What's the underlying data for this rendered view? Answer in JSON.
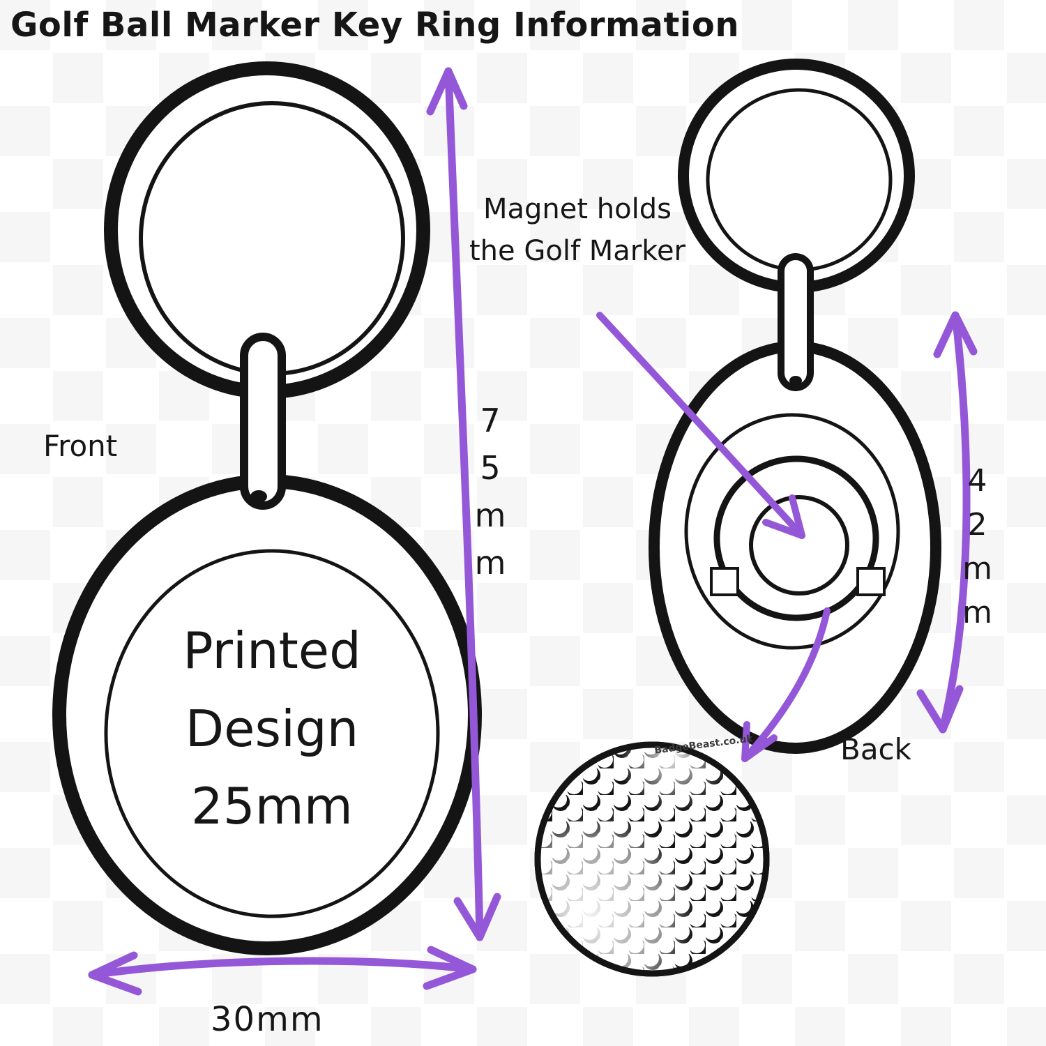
{
  "title": "Golf Ball Marker Key Ring Information",
  "front": {
    "label": "Front",
    "printed_design": "Printed\nDesign\n25mm"
  },
  "back": {
    "label": "Back"
  },
  "annotations": {
    "magnet_note": "Magnet holds\nthe Golf Marker",
    "front_height": "75mm",
    "front_width": "30mm",
    "back_height": "42mm"
  },
  "watermark": "BadgeBeast.co.uk",
  "colors": {
    "arrow_purple": "#9457d8",
    "ink_black": "#141414",
    "checker_gray": "#f0f0f0"
  }
}
